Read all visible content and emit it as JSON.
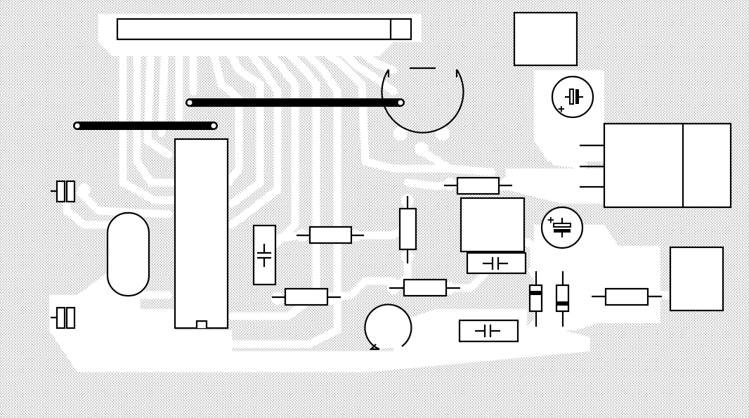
{
  "board": {
    "type": "pcb-layout",
    "background_pattern": "stippled-grey",
    "colors": {
      "outline": "#000000",
      "copper": "#ffffff",
      "substrate_dots": "#9a9a9a",
      "jumper": "#000000"
    }
  },
  "polarity_marks": {
    "plus": "+"
  },
  "components": [
    "header-connector",
    "ic-dip",
    "crystal",
    "trimmer-pot-large",
    "trimmer-pot-small",
    "relay-module",
    "terminal-block",
    "connector-socket",
    "electrolytic-capacitor",
    "film-capacitor",
    "ceramic-capacitor",
    "resistor",
    "diode",
    "wire-jumper"
  ]
}
